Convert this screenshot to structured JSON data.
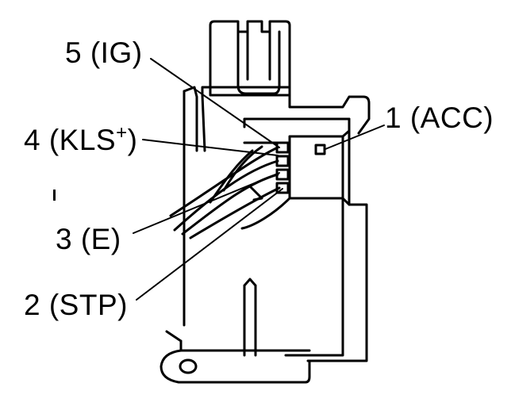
{
  "callouts": {
    "pin_5": {
      "label": "5 (IG)"
    },
    "pin_4": {
      "label": "4 (KLS",
      "superscript": "+",
      "closing": ")"
    },
    "pin_1": {
      "label": "1 (ACC)"
    },
    "pin_3": {
      "label": "3 (E)"
    },
    "pin_2": {
      "label": "2 (STP)"
    }
  },
  "colors": {
    "line": "#000000",
    "background": "#ffffff"
  }
}
